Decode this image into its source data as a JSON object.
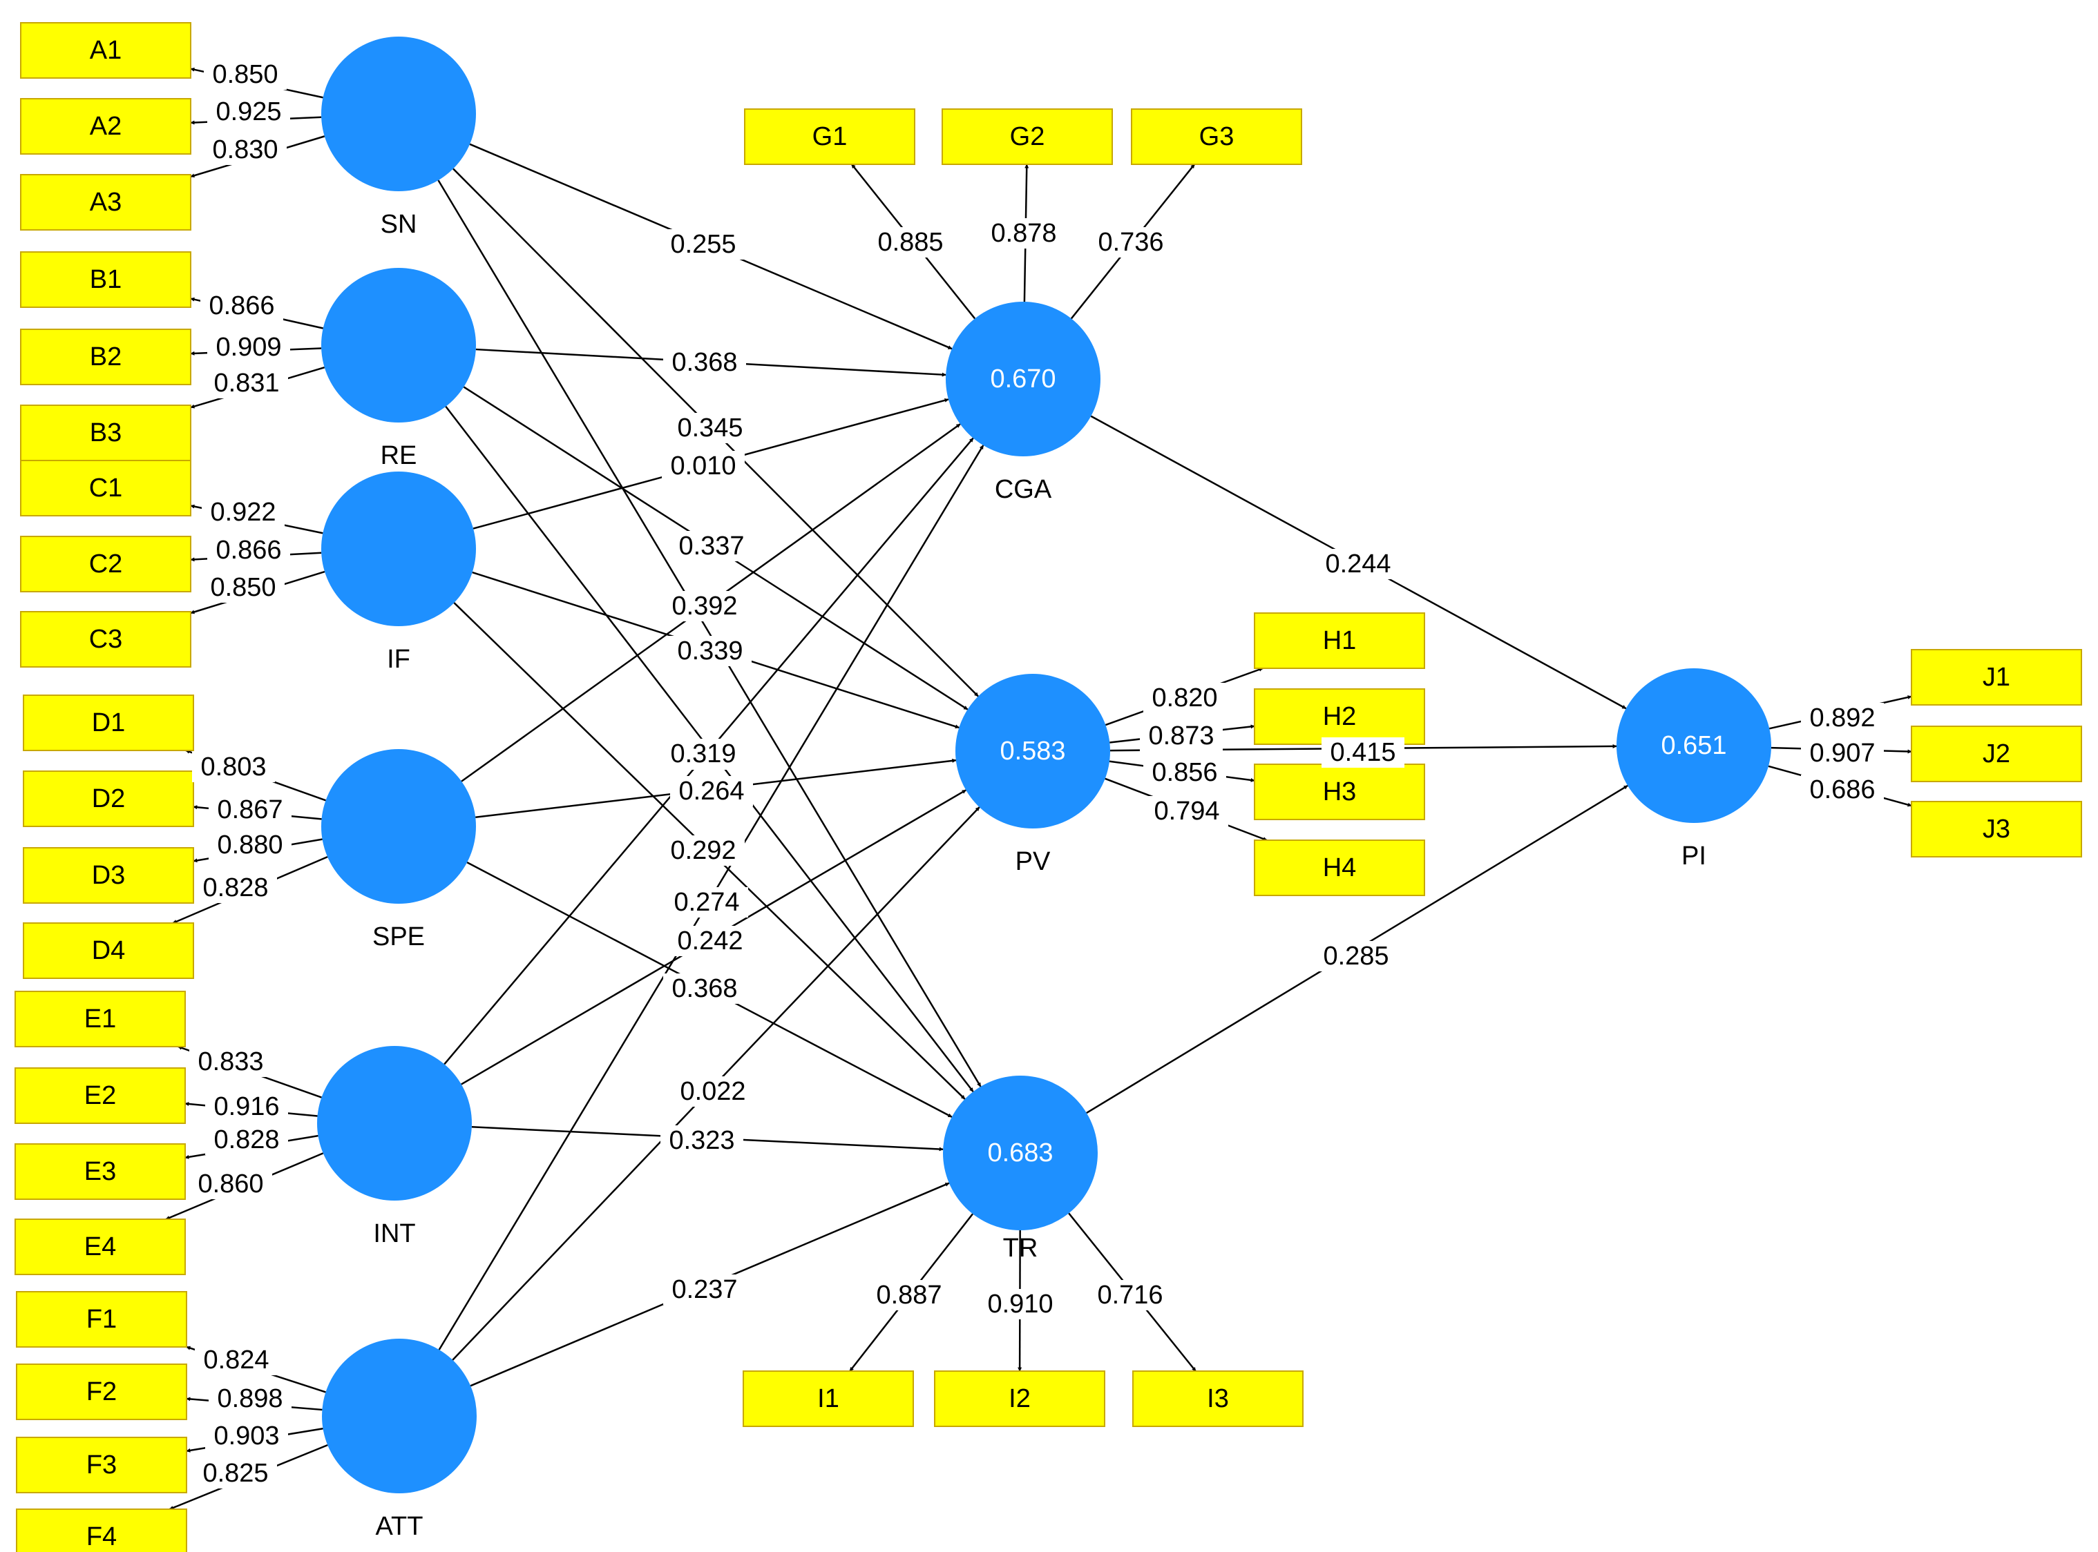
{
  "colors": {
    "construct_fill": "#1E90FF",
    "indicator_fill": "#FFFF00",
    "indicator_border": "#C8A800",
    "path_line": "#000000",
    "r2_text": "#ffffff"
  },
  "constructs": [
    {
      "id": "SN",
      "label": "SN"
    },
    {
      "id": "RE",
      "label": "RE"
    },
    {
      "id": "IF",
      "label": "IF"
    },
    {
      "id": "SPE",
      "label": "SPE"
    },
    {
      "id": "INT",
      "label": "INT"
    },
    {
      "id": "ATT",
      "label": "ATT"
    },
    {
      "id": "CGA",
      "label": "CGA",
      "r2": "0.670"
    },
    {
      "id": "PV",
      "label": "PV",
      "r2": "0.583"
    },
    {
      "id": "TR",
      "label": "TR",
      "r2": "0.683"
    },
    {
      "id": "PI",
      "label": "PI",
      "r2": "0.651"
    }
  ],
  "indicators": [
    {
      "id": "A1",
      "label": "A1",
      "construct": "SN",
      "loading": "0.850"
    },
    {
      "id": "A2",
      "label": "A2",
      "construct": "SN",
      "loading": "0.925"
    },
    {
      "id": "A3",
      "label": "A3",
      "construct": "SN",
      "loading": "0.830"
    },
    {
      "id": "B1",
      "label": "B1",
      "construct": "RE",
      "loading": "0.866"
    },
    {
      "id": "B2",
      "label": "B2",
      "construct": "RE",
      "loading": "0.909"
    },
    {
      "id": "B3",
      "label": "B3",
      "construct": "RE",
      "loading": "0.831"
    },
    {
      "id": "C1",
      "label": "C1",
      "construct": "IF",
      "loading": "0.922"
    },
    {
      "id": "C2",
      "label": "C2",
      "construct": "IF",
      "loading": "0.866"
    },
    {
      "id": "C3",
      "label": "C3",
      "construct": "IF",
      "loading": "0.850"
    },
    {
      "id": "D1",
      "label": "D1",
      "construct": "SPE",
      "loading": "0.803"
    },
    {
      "id": "D2",
      "label": "D2",
      "construct": "SPE",
      "loading": "0.867"
    },
    {
      "id": "D3",
      "label": "D3",
      "construct": "SPE",
      "loading": "0.880"
    },
    {
      "id": "D4",
      "label": "D4",
      "construct": "SPE",
      "loading": "0.828"
    },
    {
      "id": "E1",
      "label": "E1",
      "construct": "INT",
      "loading": "0.833"
    },
    {
      "id": "E2",
      "label": "E2",
      "construct": "INT",
      "loading": "0.916"
    },
    {
      "id": "E3",
      "label": "E3",
      "construct": "INT",
      "loading": "0.828"
    },
    {
      "id": "E4",
      "label": "E4",
      "construct": "INT",
      "loading": "0.860"
    },
    {
      "id": "F1",
      "label": "F1",
      "construct": "ATT",
      "loading": "0.824"
    },
    {
      "id": "F2",
      "label": "F2",
      "construct": "ATT",
      "loading": "0.898"
    },
    {
      "id": "F3",
      "label": "F3",
      "construct": "ATT",
      "loading": "0.903"
    },
    {
      "id": "F4",
      "label": "F4",
      "construct": "ATT",
      "loading": "0.825"
    },
    {
      "id": "G1",
      "label": "G1",
      "construct": "CGA",
      "loading": "0.885"
    },
    {
      "id": "G2",
      "label": "G2",
      "construct": "CGA",
      "loading": "0.878"
    },
    {
      "id": "G3",
      "label": "G3",
      "construct": "CGA",
      "loading": "0.736"
    },
    {
      "id": "H1",
      "label": "H1",
      "construct": "PV",
      "loading": "0.820"
    },
    {
      "id": "H2",
      "label": "H2",
      "construct": "PV",
      "loading": "0.873"
    },
    {
      "id": "H3",
      "label": "H3",
      "construct": "PV",
      "loading": "0.856"
    },
    {
      "id": "H4",
      "label": "H4",
      "construct": "PV",
      "loading": "0.794"
    },
    {
      "id": "I1",
      "label": "I1",
      "construct": "TR",
      "loading": "0.887"
    },
    {
      "id": "I2",
      "label": "I2",
      "construct": "TR",
      "loading": "0.910"
    },
    {
      "id": "I3",
      "label": "I3",
      "construct": "TR",
      "loading": "0.716"
    },
    {
      "id": "J1",
      "label": "J1",
      "construct": "PI",
      "loading": "0.892"
    },
    {
      "id": "J2",
      "label": "J2",
      "construct": "PI",
      "loading": "0.907"
    },
    {
      "id": "J3",
      "label": "J3",
      "construct": "PI",
      "loading": "0.686"
    }
  ],
  "paths": [
    {
      "from": "SN",
      "to": "CGA",
      "coef": "0.255"
    },
    {
      "from": "SN",
      "to": "PV",
      "coef": "0.345"
    },
    {
      "from": "SN",
      "to": "TR",
      "coef": "0.392"
    },
    {
      "from": "RE",
      "to": "CGA",
      "coef": "0.368"
    },
    {
      "from": "RE",
      "to": "PV",
      "coef": "0.337"
    },
    {
      "from": "RE",
      "to": "TR",
      "coef": "0.319"
    },
    {
      "from": "IF",
      "to": "CGA",
      "coef": "0.010"
    },
    {
      "from": "IF",
      "to": "PV",
      "coef": "0.339"
    },
    {
      "from": "IF",
      "to": "TR",
      "coef": "0.292"
    },
    {
      "from": "SPE",
      "to": "CGA",
      "coef": "0.319"
    },
    {
      "from": "SPE",
      "to": "PV",
      "coef": "0.264"
    },
    {
      "from": "SPE",
      "to": "TR",
      "coef": "0.368"
    },
    {
      "from": "INT",
      "to": "CGA",
      "coef": "0.274"
    },
    {
      "from": "INT",
      "to": "PV",
      "coef": "0.242"
    },
    {
      "from": "INT",
      "to": "TR",
      "coef": "0.323"
    },
    {
      "from": "ATT",
      "to": "CGA",
      "coef": "0.264"
    },
    {
      "from": "ATT",
      "to": "PV",
      "coef": "0.022"
    },
    {
      "from": "ATT",
      "to": "TR",
      "coef": "0.237"
    },
    {
      "from": "CGA",
      "to": "PI",
      "coef": "0.244"
    },
    {
      "from": "PV",
      "to": "PI",
      "coef": "0.415"
    },
    {
      "from": "TR",
      "to": "PI",
      "coef": "0.285"
    }
  ]
}
